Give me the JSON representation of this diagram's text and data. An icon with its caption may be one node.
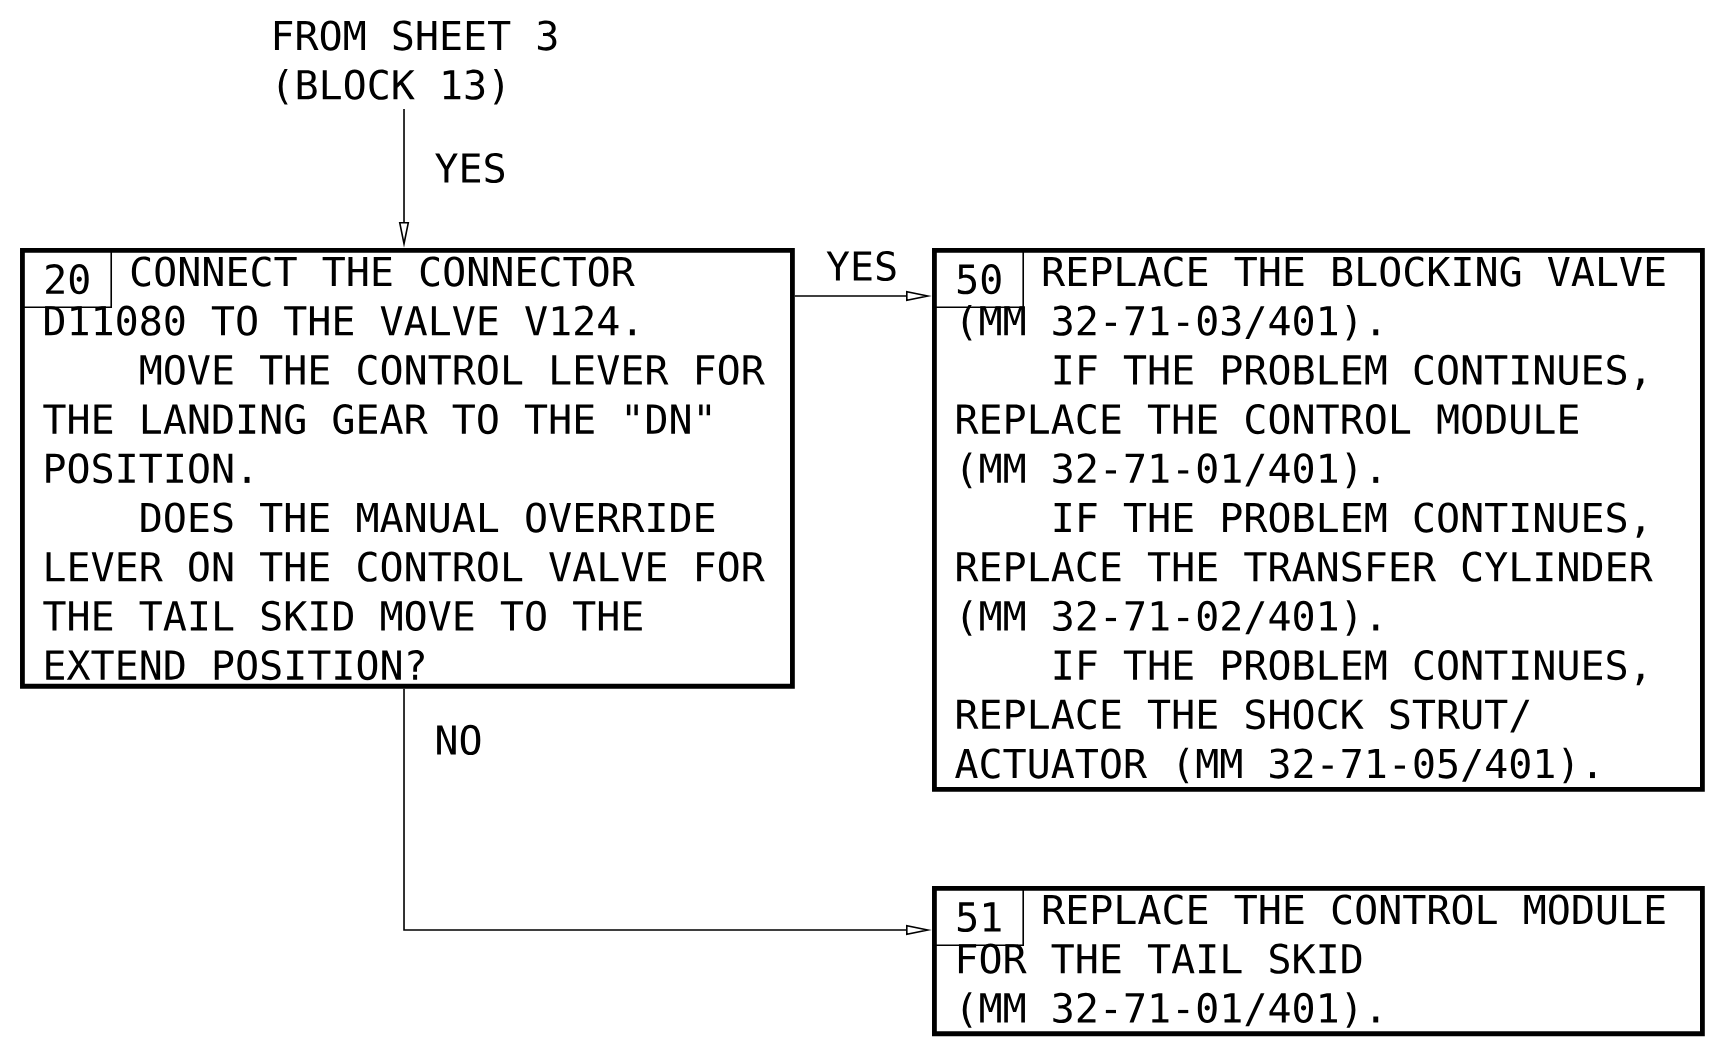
{
  "diagram": {
    "nodes": [
      {
        "text": [
          "FROM SHEET 3 (BLOCK 13)"
        ]
      },
      {
        "text": [
          "CONNECT THE CONNECTOR D11080 TO THE VALVE V124.",
          "MOVE THE CONTROL LEVER FOR THE LANDING GEAR TO THE \"DN\" POSITION.",
          "DOES THE MANUAL OVERRIDE LEVER ON THE CONTROL VALVE FOR THE TAIL SKID MOVE TO THE EXTEND POSITION?"
        ]
      },
      {
        "text": [
          "20"
        ],
        "in": 1
      },
      {
        "text": [
          "REPLACE THE BLOCKING VALVE (MM 32-71-03/401).",
          "IF THE PROBLEM CONTINUES, REPLACE THE CONTROL MODULE (MM 32-71-01/401).",
          "IF THE PROBLEM CONTINUES, REPLACE THE TRANSFER CYLINDER (MM 32-71-02/401).",
          "IF THE PROBLEM CONTINUES, REPLACE THE SHOCK STRUT/ ACTUATOR (MM 32-71-05/401)."
        ]
      },
      {
        "text": [
          "50"
        ],
        "in": 3
      },
      {
        "text": [
          "REPLACE THE CONTROL MODULE FOR THE TAIL SKID",
          "(MM 32-71-01/401)."
        ]
      },
      {
        "text": [
          "51"
        ],
        "in": 5
      }
    ],
    "edges": [
      {
        "from": 0,
        "to": 1,
        "arrow": "to",
        "label": "YES"
      },
      {
        "from": 1,
        "to": 3,
        "arrow": "to",
        "label": "YES"
      },
      {
        "from": 1,
        "to": 5,
        "arrow": "to",
        "label": "NO"
      }
    ]
  }
}
